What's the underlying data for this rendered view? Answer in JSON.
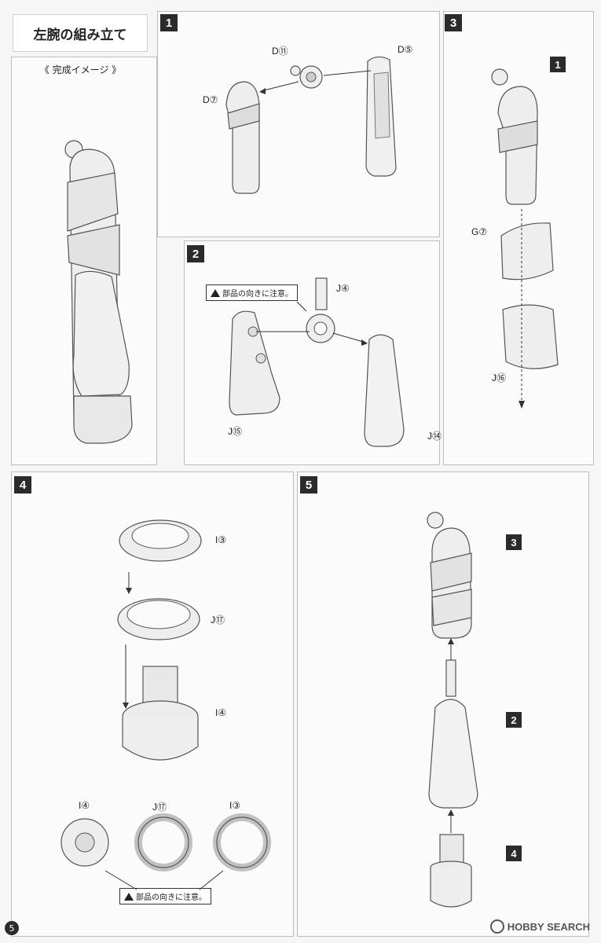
{
  "header": {
    "title": "左腕の組み立て",
    "subtitle": "《 完成イメージ 》"
  },
  "steps": [
    {
      "number": "1",
      "labels": [
        "D⑪",
        "D⑤",
        "D⑦"
      ]
    },
    {
      "number": "2",
      "labels": [
        "J④",
        "J⑮",
        "J⑭"
      ],
      "caution": "部品の向きに注意。"
    },
    {
      "number": "3",
      "labels": [
        "G⑦",
        "J⑯"
      ],
      "ref": "1"
    },
    {
      "number": "4",
      "labels": [
        "I③",
        "J⑰",
        "I④"
      ],
      "bottom_labels": [
        "I④",
        "J⑰",
        "I③"
      ],
      "caution": "部品の向きに注意。"
    },
    {
      "number": "5",
      "refs": [
        "3",
        "2",
        "4"
      ]
    }
  ],
  "footer": {
    "page": "5",
    "watermark": "HOBBY SEARCH"
  },
  "colors": {
    "border": "#bdbdbd",
    "badge": "#2b2b2b",
    "part": "#eeeeee",
    "part_stroke": "#555555"
  }
}
